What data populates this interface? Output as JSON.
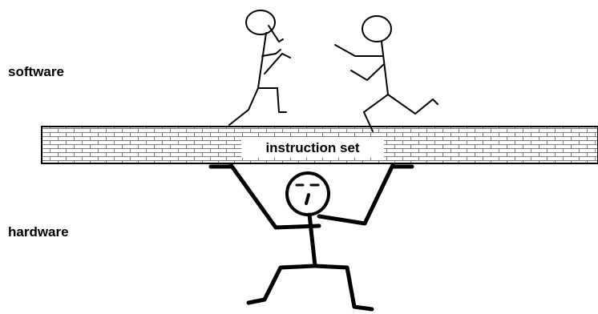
{
  "labels": {
    "software": "software",
    "hardware": "hardware",
    "instruction_set": "instruction set"
  },
  "colors": {
    "ink": "#000000",
    "brick_fill": "#ffffff",
    "brick_mortar": "#777777",
    "wall_border": "#000000"
  },
  "figures": [
    {
      "name": "software-figure-left",
      "pose": "running"
    },
    {
      "name": "software-figure-right",
      "pose": "running"
    },
    {
      "name": "hardware-figure",
      "pose": "lifting"
    }
  ]
}
